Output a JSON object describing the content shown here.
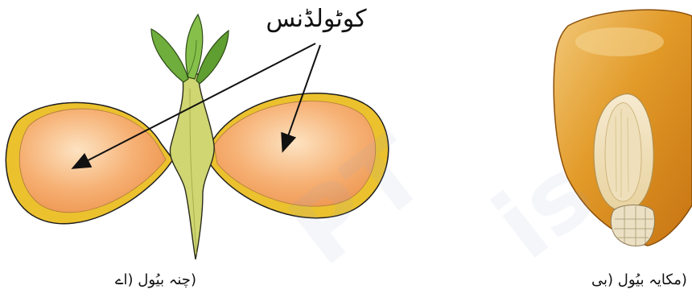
{
  "labels": {
    "cotyledons": "كوٹولڈنس",
    "caption_a": "(چنہ بیُول (اے",
    "caption_b": "(مکایہ بیُول (بی"
  },
  "colors": {
    "cotyledon_fill": "#f6ad69",
    "cotyledon_rim": "#ebc12e",
    "stem": "#cfd672",
    "leaf": "#6fae3c",
    "maize": "#dc8a1c",
    "embryo": "#f1e3bd"
  },
  "icons": {
    "figure_a": "gram-seed-illustration",
    "figure_b": "maize-seed-illustration"
  }
}
